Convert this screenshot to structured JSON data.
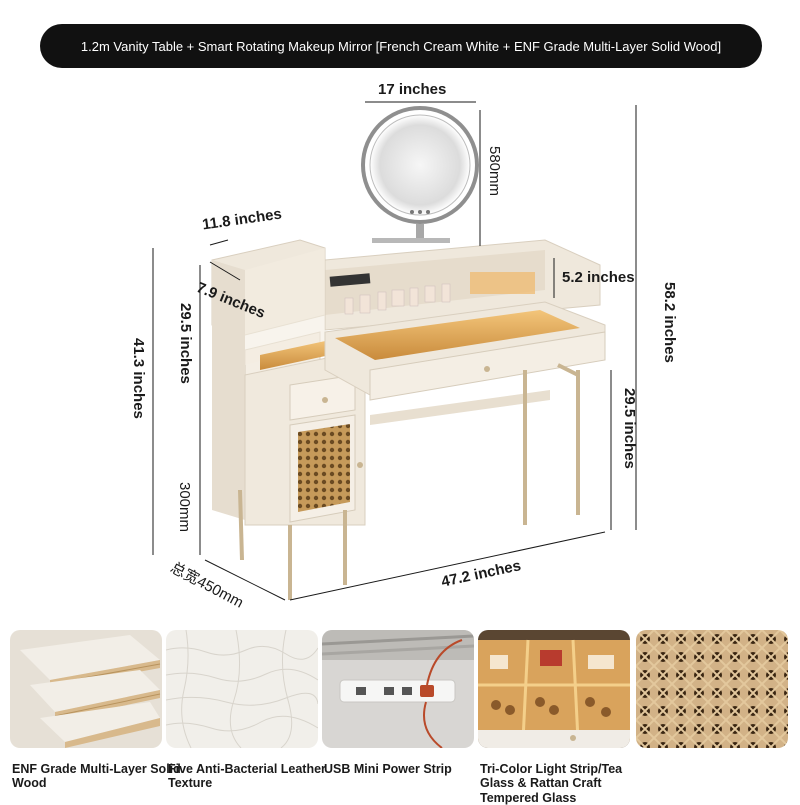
{
  "title": "1.2m Vanity Table + Smart Rotating Makeup Mirror [French Cream White + ENF Grade Multi-Layer Solid Wood]",
  "dimensions": {
    "mirror_width": "17 inches",
    "mirror_height": "580mm",
    "cabinet_depth": "11.8 inches",
    "cabinet_inner": "7.9 inches",
    "shelf_height": "5.2 inches",
    "side_height_left": "29.5 inches",
    "overall_height_left": "41.3 inches",
    "leg_height": "300mm",
    "total_depth": "总宽450mm",
    "total_width": "47.2 inches",
    "overall_height_right": "58.2 inches",
    "table_height_right": "29.5 inches"
  },
  "features": [
    {
      "label": "ENF Grade Multi-Layer Solid Wood",
      "icon": "plywood-layers-icon"
    },
    {
      "label": "Five Anti-Bacterial Leather Texture",
      "icon": "leather-texture-icon"
    },
    {
      "label": "USB Mini Power Strip",
      "icon": "power-strip-icon"
    },
    {
      "label": "Tri-Color Light Strip/Tea Glass & Rattan Craft Tempered Glass",
      "icon": "drawer-glass-icon"
    },
    {
      "label": "",
      "icon": "rattan-weave-icon"
    }
  ],
  "colors": {
    "cream": "#efe8dc",
    "cream_shadow": "#d9cfbf",
    "gold": "#c9b592",
    "rattan": "#b88a4a",
    "title_bg": "#111111"
  }
}
